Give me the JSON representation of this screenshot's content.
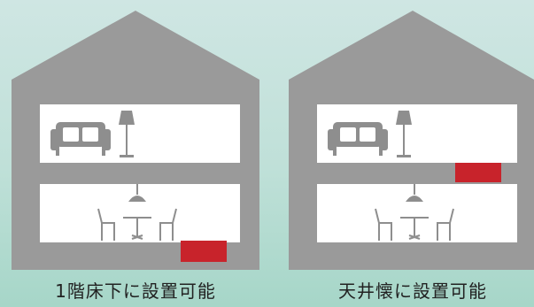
{
  "panels": [
    {
      "caption": "1階床下に設置可能",
      "unit_location": "underfloor"
    },
    {
      "caption": "天井懐に設置可能",
      "unit_location": "ceiling"
    }
  ],
  "colors": {
    "house": "#9a9a9a",
    "room": "#ffffff",
    "furniture": "#8e8e8e",
    "unit": "#c8232b",
    "caption": "#222222"
  },
  "icons": [
    "sofa-icon",
    "floor-lamp-icon",
    "pendant-lamp-icon",
    "dining-table-icon",
    "chair-icon"
  ]
}
